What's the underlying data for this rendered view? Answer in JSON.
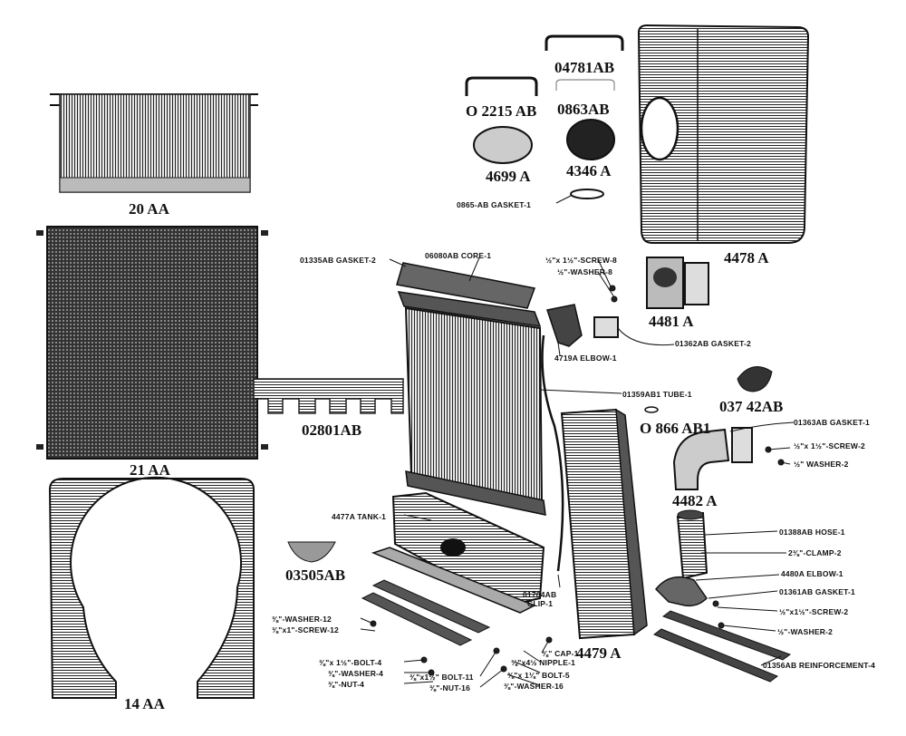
{
  "parts": {
    "p20aa": "20 AA",
    "p21aa": "21 AA",
    "p14aa": "14 AA",
    "p02801ab": "02801AB",
    "p03505ab": "03505AB",
    "p02215ab": "O 2215 AB",
    "p04781ab": "04781AB",
    "p0863ab": "0863AB",
    "p4699a": "4699 A",
    "p4346a": "4346 A",
    "p4478a": "4478 A",
    "p4481a": "4481 A",
    "p03742ab": "037 42AB",
    "p0866ab1": "O 866 AB1",
    "p4482a": "4482 A",
    "p4479a": "4479 A"
  },
  "callouts": {
    "c0865ab": "0865-AB GASKET-1",
    "c01335ab": "01335AB GASKET-2",
    "c06080ab": "06080AB CORE-1",
    "cscrew8": "½\"x 1½\"-SCREW-8",
    "cwasher8": "½\"-WASHER-8",
    "c01362ab": "01362AB GASKET-2",
    "c4719a": "4719A ELBOW-1",
    "c01359ab1": "01359AB1 TUBE-1",
    "c01363ab": "01363AB GASKET-1",
    "cscrew2a": "½\"x 1½\"-SCREW-2",
    "cwasher2a": "½\" WASHER-2",
    "c4477a": "4477A TANK-1",
    "c01388ab": "01388AB HOSE-1",
    "cclamp2": "2⅜\"-CLAMP-2",
    "c4480a": "4480A ELBOW-1",
    "c01361ab": "01361AB GASKET-1",
    "cscrew2b": "½\"x1½\"-SCREW-2",
    "cwasher2b": "½\"-WASHER-2",
    "c01356ab": "01356AB REINFORCEMENT-4",
    "c01704ab": "01704AB",
    "cclip1": "CLIP-1",
    "cwasher12": "⅜\"-WASHER-12",
    "cscrew12": "⅜\"x1\"-SCREW-12",
    "cbolt4": "⅜\"x 1½\"-BOLT-4",
    "cwasher4": "⅜\"-WASHER-4",
    "cnut4": "⅜\"-NUT-4",
    "cbolt11": "⅜\"x1½\" BOLT-11",
    "cnut16": "⅜\"-NUT-16",
    "ccap1": "⅜\" CAP-1",
    "cnipple1": "⅜\"x4½ NIPPLE-1",
    "cbolt5": "⅜\"x 1⅛\" BOLT-5",
    "cwasher16": "⅜\"-WASHER-16"
  }
}
